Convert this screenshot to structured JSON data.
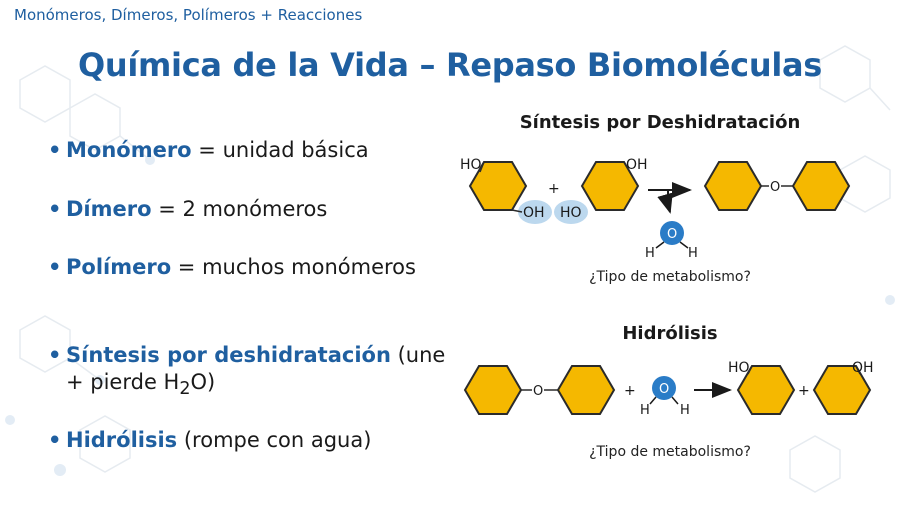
{
  "header": {
    "label": "Monómeros, Dímeros, Polímeros + Reacciones"
  },
  "title": "Química de la Vida – Repaso Biomoléculas",
  "bullets": [
    {
      "term": "Monómero",
      "rest": " = unidad básica"
    },
    {
      "term": "Dímero",
      "rest": " = 2 monómeros"
    },
    {
      "term": "Polímero",
      "rest": " = muchos monómeros"
    },
    {
      "term": "Síntesis por deshidratación",
      "rest_before": " (une + pierde H",
      "sub": "2",
      "rest_after": "O)"
    },
    {
      "term": "Hidrólisis",
      "rest": " (rompe con agua)"
    }
  ],
  "synthesis": {
    "title": "Síntesis por Deshidratación",
    "question": "¿Tipo de metabolismo?",
    "labels": {
      "ho": "HO",
      "oh": "OH",
      "o": "O",
      "h": "H",
      "plus": "+"
    }
  },
  "hydrolysis": {
    "title": "Hidrólisis",
    "question": "¿Tipo de metabolismo?",
    "labels": {
      "ho": "HO",
      "oh": "OH",
      "o": "O",
      "h": "H",
      "plus": "+"
    }
  },
  "colors": {
    "accent": "#1f5fa0",
    "ring_fill": "#f5b800",
    "ring_stroke": "#2b2b2b",
    "water_fill": "#2a7cc7",
    "highlight": "#bcd8ee"
  }
}
